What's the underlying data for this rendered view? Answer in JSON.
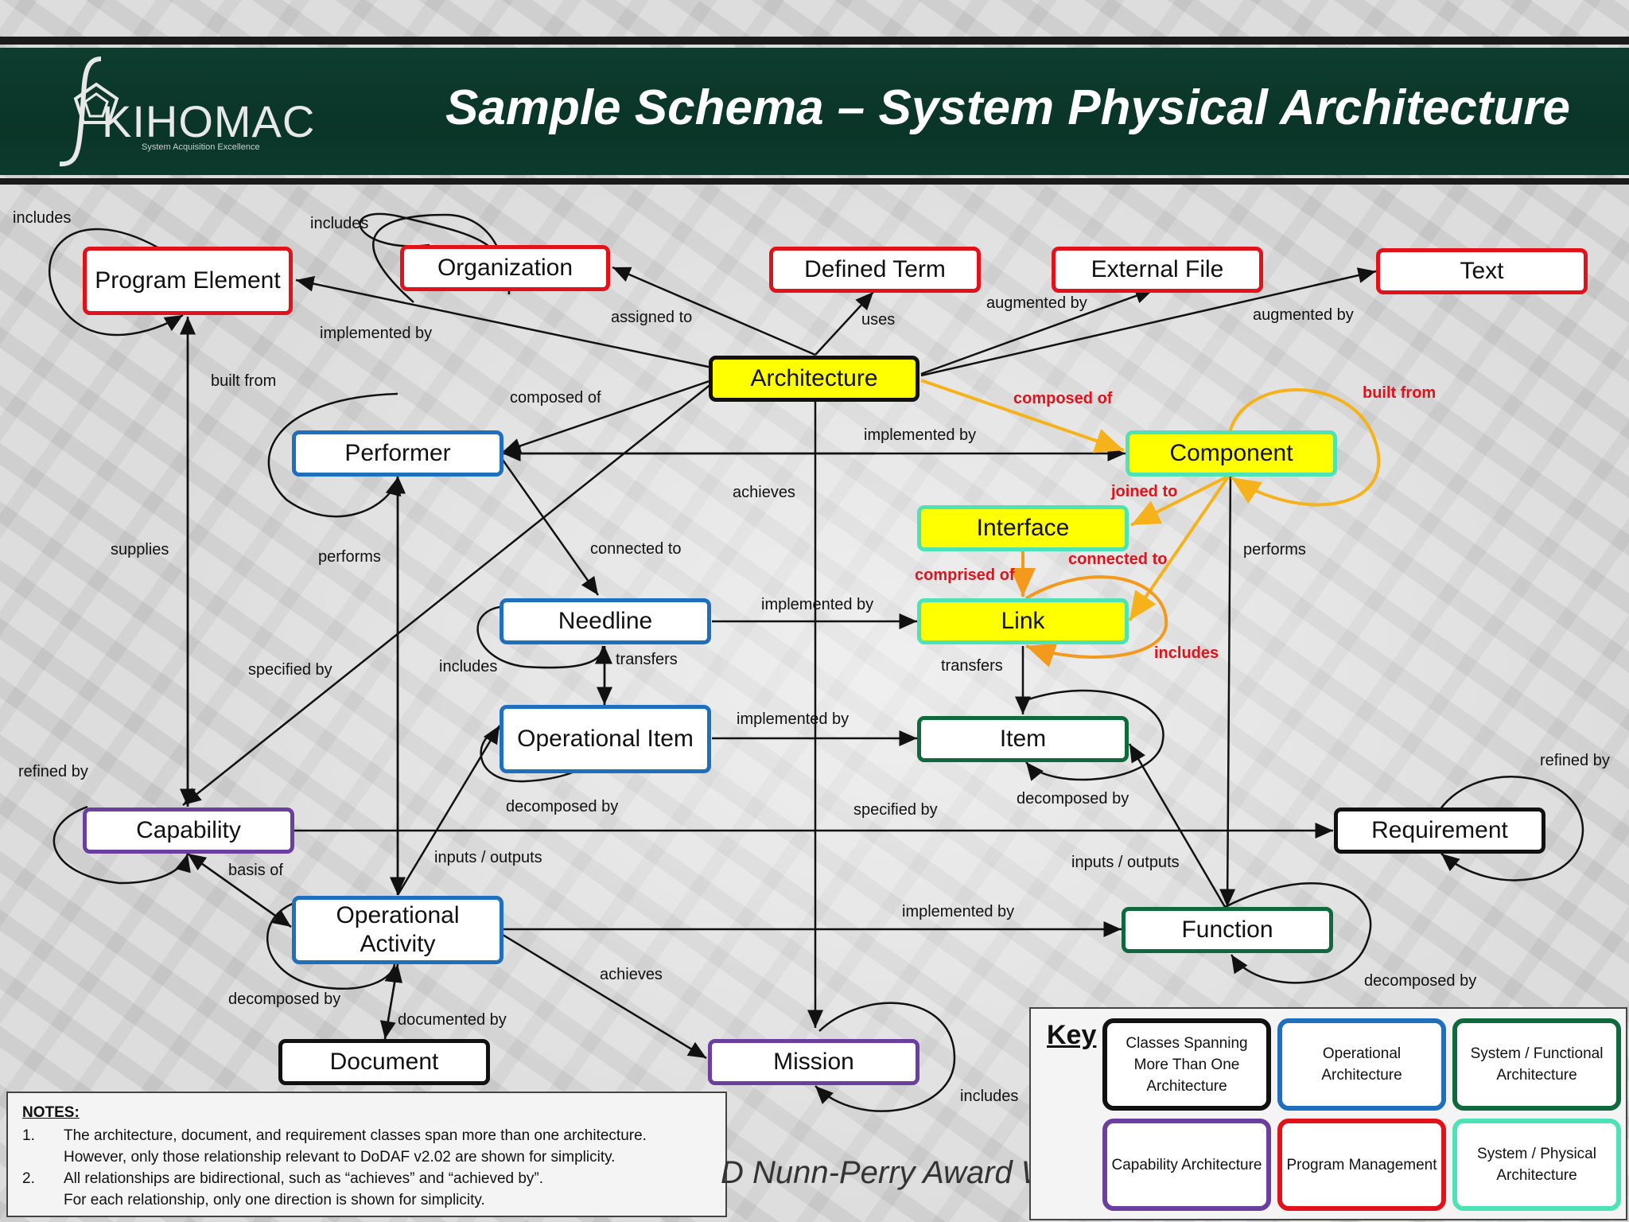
{
  "header": {
    "title": "Sample Schema – System Physical Architecture",
    "logo_text": "KIHOMAC",
    "logo_tagline": "System Acquisition Excellence"
  },
  "colors": {
    "header_green": "#0a3528",
    "program_management": "#e3111a",
    "operational": "#1f6fbf",
    "system_functional": "#0e6a3c",
    "capability": "#6b3fa0",
    "spanning": "#111111",
    "system_physical": "#4de3b6",
    "highlight_fill": "#ffff00",
    "physical_arrows": "#f5b21a"
  },
  "nodes": {
    "program_element": "Program Element",
    "organization": "Organization",
    "defined_term": "Defined Term",
    "external_file": "External File",
    "text": "Text",
    "architecture": "Architecture",
    "performer": "Performer",
    "component": "Component",
    "interface": "Interface",
    "needline": "Needline",
    "link": "Link",
    "operational_item": "Operational Item",
    "item": "Item",
    "capability": "Capability",
    "requirement": "Requirement",
    "operational_activity": "Operational Activity",
    "function": "Function",
    "document": "Document",
    "mission": "Mission"
  },
  "edge_labels": {
    "pe_includes": "includes",
    "org_includes": "includes",
    "implemented_by_pe": "implemented by",
    "assigned_to": "assigned to",
    "uses": "uses",
    "augmented_by_1": "augmented by",
    "augmented_by_2": "augmented by",
    "built_from_pe": "built from",
    "composed_of_performer": "composed of",
    "composed_of_component": "composed of",
    "built_from_component": "built from",
    "implemented_by_performer": "implemented by",
    "achieves_arch": "achieves",
    "joined_to": "joined to",
    "supplies": "supplies",
    "performs_left": "performs",
    "connected_to_needline": "connected to",
    "connected_to_link": "connected to",
    "comprised_of": "comprised of",
    "performs_right": "performs",
    "implemented_by_needline": "implemented by",
    "specified_by_cap": "specified by",
    "needline_includes": "includes",
    "transfers_needline": "transfers",
    "transfers_link": "transfers",
    "link_includes": "includes",
    "implemented_by_opitem": "implemented by",
    "refined_by_cap": "refined by",
    "refined_by_req": "refined by",
    "decomposed_by_opitem": "decomposed by",
    "decomposed_by_item": "decomposed by",
    "specified_by_req": "specified by",
    "inputs_outputs_left": "inputs / outputs",
    "inputs_outputs_right": "inputs / outputs",
    "basis_of": "basis of",
    "implemented_by_opact": "implemented by",
    "achieves_mission": "achieves",
    "decomposed_by_opact": "decomposed by",
    "decomposed_by_function": "decomposed by",
    "documented_by": "documented by",
    "mission_includes": "includes"
  },
  "notes": {
    "heading": "NOTES:",
    "items": [
      {
        "num": "1.",
        "line1": "The architecture, document, and requirement classes span more than one architecture.",
        "line2": "However, only those relationship relevant to DoDAF v2.02 are shown for simplicity."
      },
      {
        "num": "2.",
        "line1": "All relationships are bidirectional, such as “achieves” and “achieved by”.",
        "line2": "For each relationship, only one direction is shown for simplicity."
      }
    ]
  },
  "watermark_text": "D Nunn-Perry Award W",
  "key": {
    "title": "Key",
    "items": [
      {
        "label": "Classes Spanning More Than One Architecture",
        "color": "#111111"
      },
      {
        "label": "Operational Architecture",
        "color": "#1f6fbf"
      },
      {
        "label": "System / Functional Architecture",
        "color": "#0e6a3c"
      },
      {
        "label": "Capability Architecture",
        "color": "#6b3fa0"
      },
      {
        "label": "Program Management",
        "color": "#e3111a"
      },
      {
        "label": "System / Physical Architecture",
        "color": "#4de3b6"
      }
    ]
  }
}
